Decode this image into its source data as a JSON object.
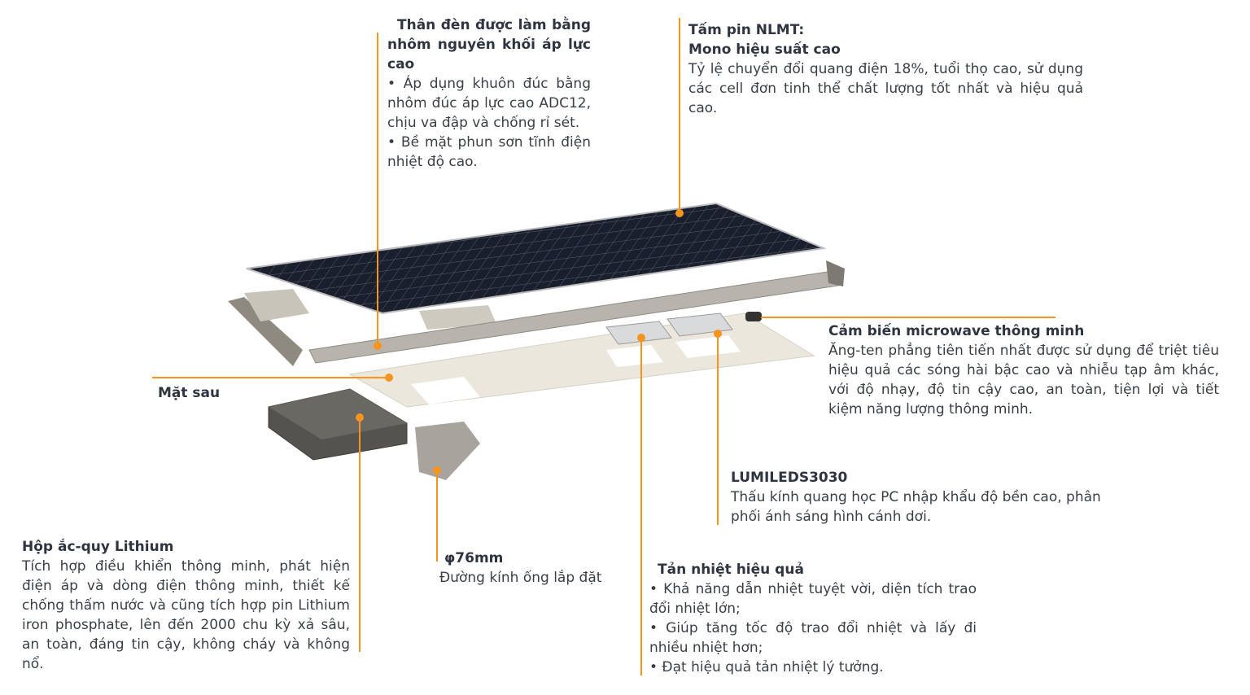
{
  "accent_color": "#f7941d",
  "callouts": {
    "body": {
      "title": "Thân đèn được làm bằng nhôm nguyên khối áp lực cao",
      "lines": [
        "• Áp dụng khuôn đúc bằng nhôm đúc áp lực cao ADC12, chịu va đập và chống rỉ sét.",
        "• Bề mặt phun sơn tĩnh điện nhiệt độ cao."
      ]
    },
    "panel": {
      "title_1": "Tấm pin NLMT:",
      "title_2": "Mono hiệu suất cao",
      "text": "Tỷ lệ chuyển đổi quang điện 18%, tuổi thọ cao, sử dụng các cell đơn tinh thể chất lượng tốt nhất và hiệu quả cao."
    },
    "sensor": {
      "title": "Cảm biến microwave thông minh",
      "text": "Ăng-ten phẳng tiên tiến nhất được sử dụng để triệt tiêu hiệu quả các sóng hài bậc cao và nhiễu tạp âm khác, với độ nhạy, độ tin cậy cao, an toàn, tiện lợi và tiết kiệm năng lượng thông minh."
    },
    "back": {
      "title": "Mặt sau"
    },
    "led": {
      "title": "LUMILEDS3030",
      "text": "Thấu kính quang học PC nhập khẩu độ bền cao, phân phối ánh sáng hình cánh dơi."
    },
    "battery": {
      "title": "Hộp ắc-quy Lithium",
      "text": "Tích hợp điều khiển thông minh, phát hiện điện áp và dòng điện thông minh, thiết kế chống thấm nước và cũng tích hợp pin Lithium iron phosphate, lên đến 2000 chu kỳ xả sâu, an toàn, đáng tin cậy, không cháy và không nổ."
    },
    "pipe": {
      "title": "φ76mm",
      "text": "Đường kính ống lắp đặt"
    },
    "heat": {
      "title": "Tản nhiệt hiệu quả",
      "lines": [
        "• Khả năng dẫn nhiệt tuyệt vời, diện tích trao đổi nhiệt lớn;",
        "• Giúp tăng tốc độ trao đổi nhiệt và lấy đi nhiều nhiệt hơn;",
        "• Đạt hiệu quả tản nhiệt lý tưởng."
      ]
    }
  }
}
